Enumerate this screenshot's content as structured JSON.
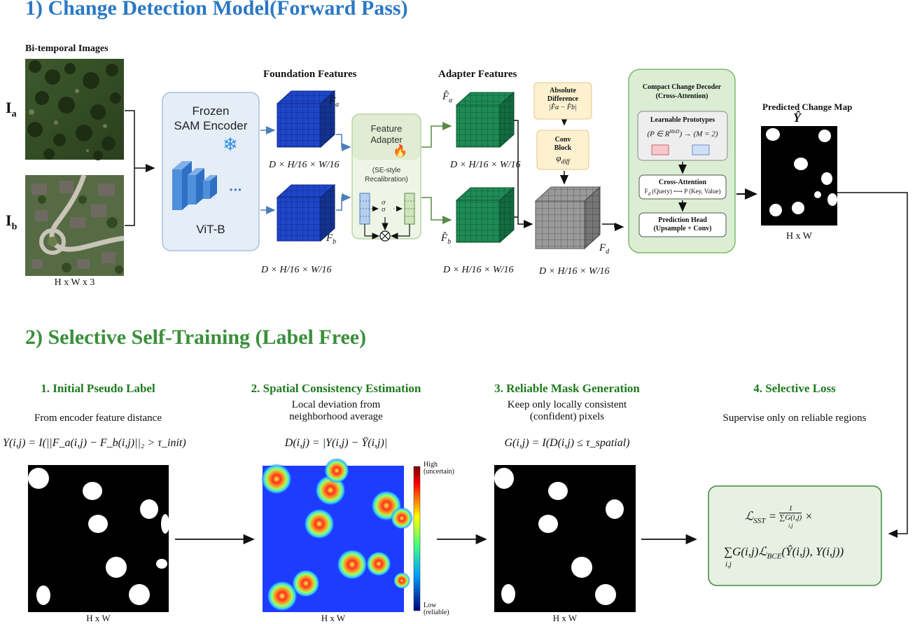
{
  "colors": {
    "title_blue": "#2b78c4",
    "title_green": "#3a8f3a",
    "step_green": "#1e7a1e"
  },
  "section1": {
    "title": "1) Change Detection Model(Forward Pass)",
    "bitemporal_label": "Bi-temporal Images",
    "img_a_label": "I",
    "img_a_sub": "a",
    "img_b_label": "I",
    "img_b_sub": "b",
    "img_size": "H x W x 3",
    "encoder": {
      "line1": "Frozen",
      "line2": "SAM Encoder",
      "backbone": "ViT-B",
      "dots": "•••",
      "freeze_icon": "snowflake-icon"
    },
    "foundation_label": "Foundation Features",
    "fa_label": "F",
    "fa_sub": "a",
    "fb_label": "F",
    "fb_sub": "b",
    "feat_dim": "D × H/16 × W/16",
    "adapter": {
      "title1": "Feature",
      "title2": "Adapter",
      "sub1": "(SE-style",
      "sub2": "Recalibration)",
      "sigma": "σ",
      "fire_icon": "fire-icon"
    },
    "adapter_label": "Adapter Features",
    "fa_hat": "F̂",
    "fb_hat": "F̂",
    "absdiff": {
      "l1": "Absolute",
      "l2": "Difference",
      "l3": "|F̂a − F̂b|"
    },
    "conv": {
      "l1": "Conv",
      "l2": "Block",
      "l3": "φ",
      "l3_sub": "diff"
    },
    "fd_label": "F",
    "fd_sub": "d",
    "decoder": {
      "title1": "Compact Change Decoder",
      "title2": "(Cross-Attention)",
      "proto_title": "Learnable Prototypes",
      "proto_formula": "(P ∈ R",
      "proto_sup": "MxD",
      "proto_m": ") → (M = 2)",
      "cross_title": "Cross-Attention",
      "cross_q": "F",
      "cross_q_sub": "d",
      "cross_q2": " (Query) ⟷ P (Key, Value)",
      "head_title": "Prediction Head",
      "head_sub": "(Upsample + Conv)"
    },
    "pred_label": "Predicted Change Map",
    "pred_symbol": "Ŷ",
    "pred_size": "H x W"
  },
  "section2": {
    "title": "2) Selective Self-Training (Label Free)",
    "steps": [
      {
        "title": "1. Initial Pseudo Label",
        "desc1": "From encoder feature distance",
        "desc2": "",
        "formula": "Y(i,j) = I(||F_a(i,j) − F_b(i,j)||₂ > τ_init)",
        "size": "H x W"
      },
      {
        "title": "2. Spatial Consistency Estimation",
        "desc1": "Local deviation from",
        "desc2": "neighborhood average",
        "formula": "D(i,j) = |Y(i,j) − Ȳ(i,j)|",
        "size": "H x W"
      },
      {
        "title": "3. Reliable Mask Generation",
        "desc1": "Keep only locally consistent",
        "desc2": "(confident) pixels",
        "formula": "G(i,j) = I(D(i,j) ≤ τ_spatial)",
        "size": "H x W"
      },
      {
        "title": "4. Selective Loss",
        "desc1": "Supervise only on reliable regions",
        "desc2": "",
        "formula": "",
        "size": ""
      }
    ],
    "colorbar": {
      "high1": "High",
      "high2": "(uncertain)",
      "low1": "Low",
      "low2": "(reliable)"
    },
    "loss": {
      "lhs": "ℒ",
      "lhs_sub": "SST",
      "eq": " = ",
      "num": "1",
      "den": "∑G(i,j)",
      "den_sub": "i,j",
      "times": "×",
      "line2": "∑G(i,j)ℒ",
      "line2_sub": "BCE",
      "line2_rest": "(Ŷ(i,j), Y(i,j))",
      "line2_i": "i,j"
    }
  }
}
